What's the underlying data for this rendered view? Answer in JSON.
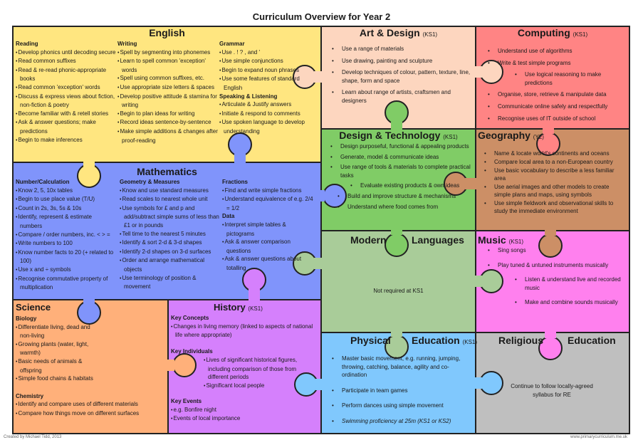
{
  "title": "Curriculum Overview for Year 2",
  "footer": {
    "credit": "Created by Michael Tidd, 2013",
    "website": "www.primarycurriculum.me.uk"
  },
  "colors": {
    "english": "#ffe680",
    "maths": "#8094fb",
    "science": "#ffb07a",
    "history": "#d580fc",
    "art": "#fdd6bf",
    "computing": "#ff8484",
    "dt": "#80cc66",
    "geography": "#cc8f66",
    "mfl": "#a9cc99",
    "music": "#ff80ee",
    "pe": "#80c8fd",
    "re": "#bfbfbf"
  },
  "english": {
    "title": "English",
    "reading": {
      "heading": "Reading",
      "items": [
        "Develop phonics until decoding secure",
        "Read common suffixes",
        "Read & re-read phonic-appropriate books",
        "Read common 'exception' words",
        "Discuss & express views about fiction, non-fiction & poetry",
        "Become familiar with & retell stories",
        "Ask & answer questions; make predictions",
        "Begin to make inferences"
      ]
    },
    "writing": {
      "heading": "Writing",
      "items": [
        "Spell by segmenting into phonemes",
        "Learn to spell common 'exception' words",
        "Spell using common suffixes, etc.",
        "Use appropriate size letters & spaces",
        "Develop positive attitude & stamina for writing",
        "Begin to plan ideas for writing",
        "Record ideas sentence-by-sentence",
        "Make simple additions & changes after proof-reading"
      ]
    },
    "grammar": {
      "heading": "Grammar",
      "items": [
        "Use . ! ? , and '",
        "Use simple conjunctions",
        "Begin to expand noun phrases",
        "Use some features of standard English"
      ]
    },
    "speaking": {
      "heading": "Speaking & Listening",
      "items": [
        "Articulate & Justify answers",
        "Initiate & respond to comments",
        "Use spoken language to develop understanding"
      ]
    }
  },
  "maths": {
    "title": "Mathematics",
    "number": {
      "heading": "Number/Calculation",
      "items": [
        "Know 2, 5, 10x tables",
        "Begin to use place value (T/U)",
        "Count in 2s, 3s, 5s & 10s",
        "Identify, represent & estimate numbers",
        "Compare / order numbers, inc. < > =",
        "Write numbers to 100",
        "Know number facts to 20 (+ related to 100)",
        "Use x  and ÷ symbols",
        "Recognise commutative property of multiplication"
      ]
    },
    "geometry": {
      "heading": "Geometry & Measures",
      "items": [
        "Know and use standard measures",
        "Read scales to nearest whole unit",
        "Use symbols for £ and p and add/subtract simple sums of less than £1 or in pounds",
        "Tell time to the nearest 5 minutes",
        "Identify & sort 2-d & 3-d shapes",
        "Identify 2-d shapes on 3-d surfaces",
        "Order and arrange mathematical objects",
        "Use terminology of position & movement"
      ]
    },
    "fractions": {
      "heading": "Fractions",
      "items": [
        "Find and write simple fractions",
        "Understand equivalence of e.g. 2/4 = 1/2"
      ]
    },
    "data": {
      "heading": "Data",
      "items": [
        "Interpret simple tables & pictograms",
        "Ask & answer comparison questions",
        "Ask & answer questions about totalling"
      ]
    }
  },
  "science": {
    "title": "Science",
    "biology": {
      "heading": "Biology",
      "items": [
        "Differentiate living, dead and non-living",
        "Growing plants (water, light, warmth)",
        "Basic needs of animals & offspring",
        "Simple food chains & habitats"
      ]
    },
    "chemistry": {
      "heading": "Chemistry",
      "items": [
        "Identify and compare uses of different materials",
        "Compare how things move on different surfaces"
      ]
    }
  },
  "history": {
    "title": "History",
    "tag": "(KS1)",
    "concepts": {
      "heading": "Key Concepts",
      "items": [
        "Changes in living memory (linked to aspects of national life where appropriate)"
      ]
    },
    "individuals": {
      "heading": "Key Individuals",
      "items": [
        "Lives of significant historical figures, including comparison of those from different periods",
        "Significant local people"
      ]
    },
    "events": {
      "heading": "Key Events",
      "items": [
        "e.g. Bonfire night",
        "Events of local importance"
      ]
    }
  },
  "art": {
    "title": "Art & Design",
    "tag": "(KS1)",
    "items": [
      "Use a range of materials",
      "Use drawing, painting and sculpture",
      "Develop techniques of colour, pattern, texture, line, shape, form and space",
      "Learn about range of artists, craftsmen and designers"
    ]
  },
  "computing": {
    "title": "Computing",
    "tag": "(KS1)",
    "items": [
      "Understand use of algorithms",
      "Write & test simple programs",
      "Use logical reasoning to make predictions",
      "Organise, store, retrieve & manipulate data",
      "Communicate online safely and respectfully",
      "Recognise uses of IT outside of school"
    ]
  },
  "dt": {
    "title": "Design & Technology",
    "tag": "(KS1)",
    "items": [
      "Design purposeful, functional & appealing products",
      "Generate, model & communicate ideas",
      "Use range of tools & materials to complete practical tasks",
      "Evaluate existing products & own ideas",
      "Build and improve structure & mechanisms",
      "Understand where food comes from"
    ]
  },
  "geography": {
    "title": "Geography",
    "tag": "(Y2)",
    "items": [
      "Name & locate world's continents and oceans",
      "Compare local area to a non-European country",
      "Use basic vocabulary to describe a less familiar area",
      "Use aerial images and other models to create simple plans and maps, using symbols",
      "Use simple fieldwork and observational skills to study the immediate environment"
    ]
  },
  "mfl": {
    "title_a": "Modern",
    "title_b": "Languages",
    "text": "Not required at KS1"
  },
  "music": {
    "title": "Music",
    "tag": "(KS1)",
    "items": [
      "Sing songs",
      "Play tuned & untuned instruments musically",
      "Listen & understand live and recorded music",
      "Make and combine sounds musically"
    ]
  },
  "pe": {
    "title_a": "Physical",
    "title_b": "Education",
    "tag": "(KS1)",
    "items": [
      "Master basic movement, e.g. running, jumping, throwing, catching, balance, agility and co-ordination",
      "Participate in team games",
      "Perform dances using simple movement",
      "Swimming proficiency at 25m (KS1 or KS2)"
    ]
  },
  "re": {
    "title_a": "Religious",
    "title_b": "Education",
    "text": "Continue to follow locally-agreed syllabus for RE"
  }
}
